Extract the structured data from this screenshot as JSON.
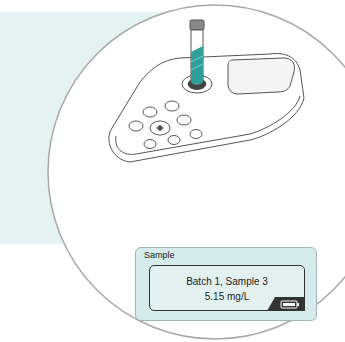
{
  "diagram": {
    "nodes": [
      {
        "text": [
          "Sample"
        ]
      },
      {
        "text": [
          "Batch 1, Sample 3",
          "5.15 mg/L"
        ],
        "in": 0
      }
    ]
  }
}
